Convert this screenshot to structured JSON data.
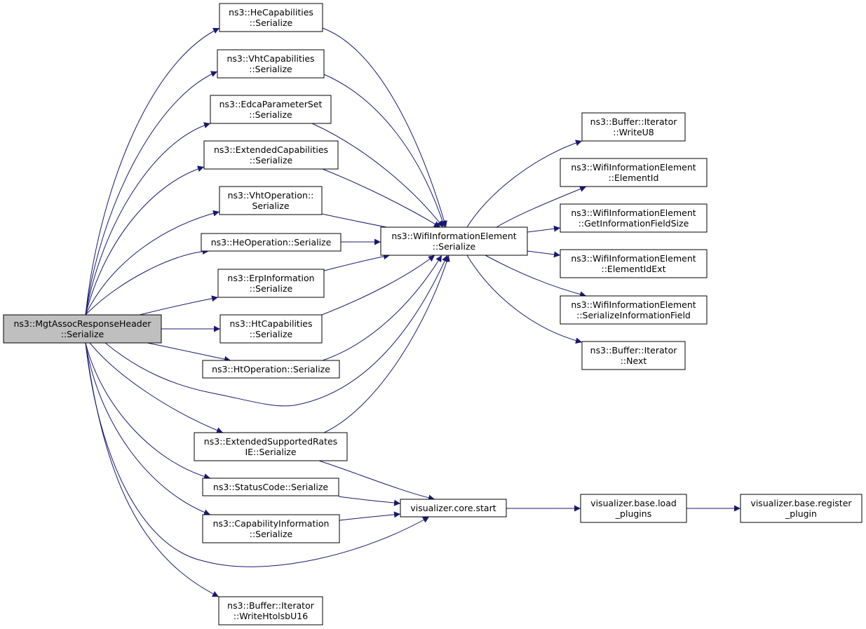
{
  "colors": {
    "edge": "#191970",
    "node_fill": "#ffffff",
    "root_fill": "#bfbfbf",
    "border": "#000000"
  },
  "nodes": [
    {
      "id": "root",
      "lines": [
        "ns3::MgtAssocResponseHeader",
        "::Serialize"
      ],
      "root": true
    },
    {
      "id": "he_cap",
      "lines": [
        "ns3::HeCapabilities",
        "::Serialize"
      ]
    },
    {
      "id": "vht_cap",
      "lines": [
        "ns3::VhtCapabilities",
        "::Serialize"
      ]
    },
    {
      "id": "edca",
      "lines": [
        "ns3::EdcaParameterSet",
        "::Serialize"
      ]
    },
    {
      "id": "ext_cap",
      "lines": [
        "ns3::ExtendedCapabilities",
        "::Serialize"
      ]
    },
    {
      "id": "vht_op",
      "lines": [
        "ns3::VhtOperation::",
        "Serialize"
      ]
    },
    {
      "id": "he_op",
      "lines": [
        "ns3::HeOperation::Serialize"
      ]
    },
    {
      "id": "erp",
      "lines": [
        "ns3::ErpInformation",
        "::Serialize"
      ]
    },
    {
      "id": "ht_cap",
      "lines": [
        "ns3::HtCapabilities",
        "::Serialize"
      ]
    },
    {
      "id": "ht_op",
      "lines": [
        "ns3::HtOperation::Serialize"
      ]
    },
    {
      "id": "ext_rates",
      "lines": [
        "ns3::ExtendedSupportedRates",
        "IE::Serialize"
      ]
    },
    {
      "id": "status",
      "lines": [
        "ns3::StatusCode::Serialize"
      ]
    },
    {
      "id": "capinfo",
      "lines": [
        "ns3::CapabilityInformation",
        "::Serialize"
      ]
    },
    {
      "id": "write_hton",
      "lines": [
        "ns3::Buffer::Iterator",
        "::WriteHtolsbU16"
      ]
    },
    {
      "id": "wifi_ser",
      "lines": [
        "ns3::WifiInformationElement",
        "::Serialize"
      ]
    },
    {
      "id": "vis_start",
      "lines": [
        "visualizer.core.start"
      ]
    },
    {
      "id": "write_u8",
      "lines": [
        "ns3::Buffer::Iterator",
        "::WriteU8"
      ]
    },
    {
      "id": "elem_id",
      "lines": [
        "ns3::WifiInformationElement",
        "::ElementId"
      ]
    },
    {
      "id": "get_size",
      "lines": [
        "ns3::WifiInformationElement",
        "::GetInformationFieldSize"
      ]
    },
    {
      "id": "elem_id_ext",
      "lines": [
        "ns3::WifiInformationElement",
        "::ElementIdExt"
      ]
    },
    {
      "id": "ser_field",
      "lines": [
        "ns3::WifiInformationElement",
        "::SerializeInformationField"
      ]
    },
    {
      "id": "next",
      "lines": [
        "ns3::Buffer::Iterator",
        "::Next"
      ]
    },
    {
      "id": "load_plugins",
      "lines": [
        "visualizer.base.load",
        "_plugins"
      ]
    },
    {
      "id": "register_plugin",
      "lines": [
        "visualizer.base.register",
        "_plugin"
      ]
    }
  ],
  "edges": [
    [
      "root",
      "he_cap"
    ],
    [
      "root",
      "vht_cap"
    ],
    [
      "root",
      "edca"
    ],
    [
      "root",
      "ext_cap"
    ],
    [
      "root",
      "vht_op"
    ],
    [
      "root",
      "he_op"
    ],
    [
      "root",
      "erp"
    ],
    [
      "root",
      "ht_cap"
    ],
    [
      "root",
      "ht_op"
    ],
    [
      "root",
      "wifi_ser"
    ],
    [
      "root",
      "ext_rates"
    ],
    [
      "root",
      "status"
    ],
    [
      "root",
      "capinfo"
    ],
    [
      "root",
      "vis_start"
    ],
    [
      "root",
      "write_hton"
    ],
    [
      "he_cap",
      "wifi_ser"
    ],
    [
      "vht_cap",
      "wifi_ser"
    ],
    [
      "edca",
      "wifi_ser"
    ],
    [
      "ext_cap",
      "wifi_ser"
    ],
    [
      "vht_op",
      "wifi_ser"
    ],
    [
      "he_op",
      "wifi_ser"
    ],
    [
      "erp",
      "wifi_ser"
    ],
    [
      "ht_cap",
      "wifi_ser"
    ],
    [
      "ht_op",
      "wifi_ser"
    ],
    [
      "ext_rates",
      "wifi_ser"
    ],
    [
      "ext_rates",
      "vis_start"
    ],
    [
      "status",
      "vis_start"
    ],
    [
      "capinfo",
      "vis_start"
    ],
    [
      "wifi_ser",
      "write_u8"
    ],
    [
      "wifi_ser",
      "elem_id"
    ],
    [
      "wifi_ser",
      "get_size"
    ],
    [
      "wifi_ser",
      "elem_id_ext"
    ],
    [
      "wifi_ser",
      "ser_field"
    ],
    [
      "wifi_ser",
      "next"
    ],
    [
      "vis_start",
      "load_plugins"
    ],
    [
      "load_plugins",
      "register_plugin"
    ]
  ]
}
